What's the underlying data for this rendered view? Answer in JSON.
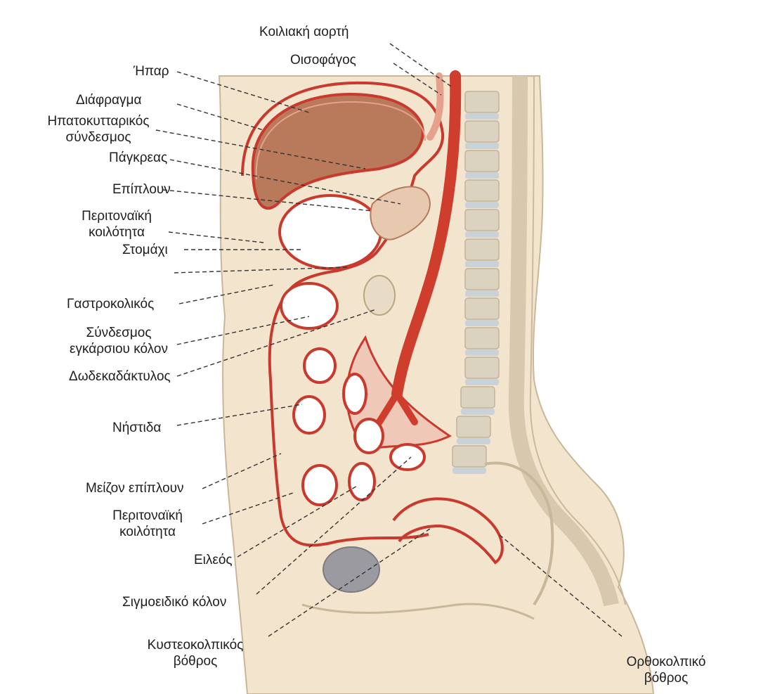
{
  "colors": {
    "skin": "#f2e4cd",
    "tissue": "#ead8bb",
    "peritoneum": "#c93a2e",
    "liver": "#b97a5c",
    "aorta": "#cf3e2c",
    "spine": "#dcd2c0",
    "disc": "#c8d2d8",
    "bladder": "#9a9aa0",
    "line": "#333333"
  },
  "labels": {
    "aorta": "Κοιλιακή αορτή",
    "esophagus": "Οισοφάγος",
    "liver": "Ήπαρ",
    "diaphragm": "Διάφραγμα",
    "hepatogastric_1": "Ηπατοκυτταρικός",
    "hepatogastric_2": "σύνδεσμος",
    "pancreas": "Πάγκρεας",
    "omentum": "Επίπλουν",
    "peritoneal_upper_1": "Περιτοναϊκή",
    "peritoneal_upper_2": "κοιλότητα",
    "stomach": "Στομάχι",
    "gastrocolic": "Γαστροκολικός",
    "transverse_mesocolon_1": "Σύνδεσμος",
    "transverse_mesocolon_2": "εγκάρσιου κόλον",
    "duodenum": "Δωδεκαδάκτυλος",
    "jejunum": "Νήστιδα",
    "greater_omentum": "Μείζον επίπλουν",
    "peritoneal_lower_1": "Περιτοναϊκή",
    "peritoneal_lower_2": "κοιλότητα",
    "ileum": "Ειλεός",
    "sigmoid": "Σιγμοειδικό κόλον",
    "vesicouterine_1": "Κυστεοκολπικός",
    "vesicouterine_2": "βόθρος",
    "rectouterine_1": "Ορθοκολπικό",
    "rectouterine_2": "βόθρος"
  }
}
